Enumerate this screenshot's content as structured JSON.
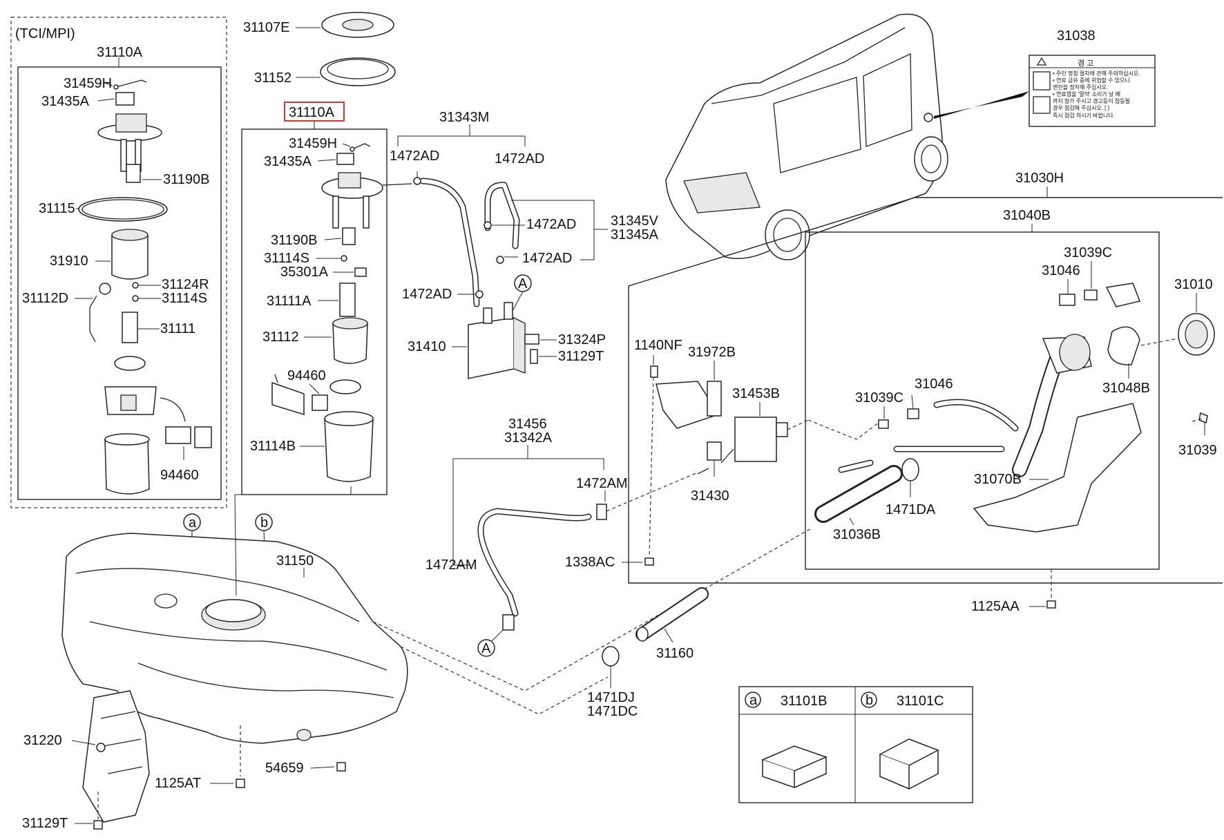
{
  "labels": {
    "tci_mpi": "(TCI/MPI)",
    "p31110A_left": "31110A",
    "p31459H_left": "31459H",
    "p31435A_left": "31435A",
    "p31190B_left": "31190B",
    "p31115": "31115",
    "p31910": "31910",
    "p31124R": "31124R",
    "p31114S_left": "31114S",
    "p31112D": "31112D",
    "p31111": "31111",
    "p94460_left": "94460",
    "p31107E": "31107E",
    "p31152": "31152",
    "p31110A_main": "31110A",
    "p31459H": "31459H",
    "p31435A": "31435A",
    "p31190B": "31190B",
    "p31114S": "31114S",
    "p35301A": "35301A",
    "p31111A": "31111A",
    "p31112": "31112",
    "p94460": "94460",
    "p31114B": "31114B",
    "p31343M": "31343M",
    "p1472AD_1": "1472AD",
    "p1472AD_2": "1472AD",
    "p1472AD_3": "1472AD",
    "p1472AD_4": "1472AD",
    "p1472AD_5": "1472AD",
    "p31345V": "31345V",
    "p31345A": "31345A",
    "p31410": "31410",
    "p31324P": "31324P",
    "p31129T_mid": "31129T",
    "p31038": "31038",
    "p31030H": "31030H",
    "p31040B": "31040B",
    "p31039C_top": "31039C",
    "p31046_top": "31046",
    "p31010": "31010",
    "p1140NF": "1140NF",
    "p31972B": "31972B",
    "p31453B": "31453B",
    "p31046": "31046",
    "p31039C": "31039C",
    "p31048B": "31048B",
    "p31039": "31039",
    "p31456": "31456",
    "p31342A": "31342A",
    "p1472AM_1": "1472AM",
    "p1472AM_2": "1472AM",
    "p31430": "31430",
    "p31070B": "31070B",
    "p1471DA": "1471DA",
    "p31036B": "31036B",
    "p1338AC": "1338AC",
    "p1125AA": "1125AA",
    "p31150": "31150",
    "p31160": "31160",
    "p1471DJ": "1471DJ",
    "p1471DC": "1471DC",
    "p31220": "31220",
    "p1125AT": "1125AT",
    "p54659": "54659",
    "p31129T": "31129T",
    "callout_a": "a",
    "callout_b": "b",
    "callout_A": "A",
    "callout_A2": "A"
  },
  "warning_label": {
    "title": "경   고",
    "lines": [
      "• 주인 명칭 절차에 관해 주의하십시오.",
      "• 연료 급유 중에 위험할 수 있으니",
      "  엔진을 정지해 주십시오.",
      "• 연료캡을 '딸깍' 소리가 날 때",
      "까지 잠가 주시고 경고등이 점등될",
      "경우 점검해 주십시오.  [    ]",
      "즉시 점검 하시기 바랍니다."
    ]
  },
  "legend": {
    "a_symbol": "a",
    "a_part": "31101B",
    "b_symbol": "b",
    "b_part": "31101C"
  }
}
